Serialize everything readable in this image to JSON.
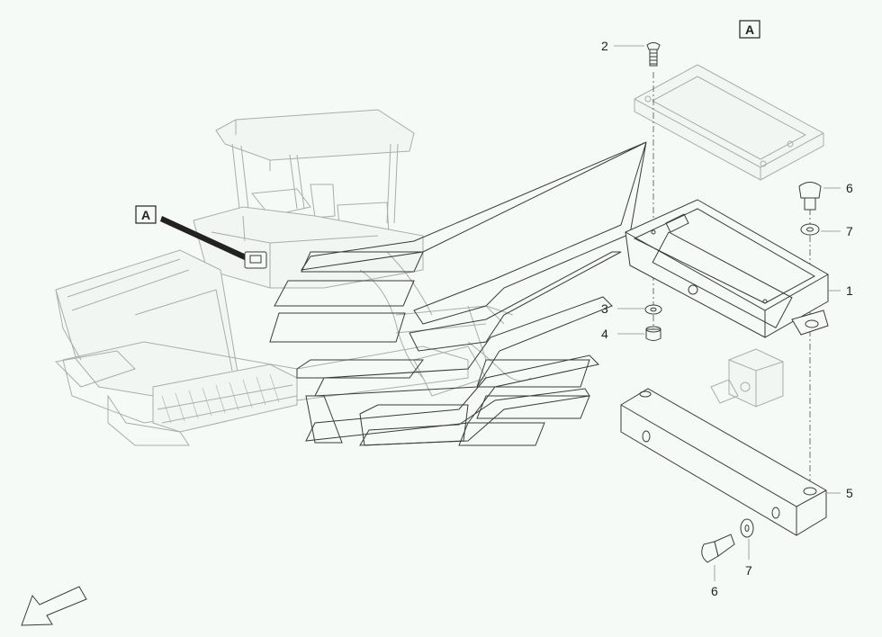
{
  "view_labels": {
    "detail": "A",
    "machine": "A"
  },
  "callouts": [
    {
      "id": "c2",
      "text": "2"
    },
    {
      "id": "c6a",
      "text": "6"
    },
    {
      "id": "c7a",
      "text": "7"
    },
    {
      "id": "c1",
      "text": "1"
    },
    {
      "id": "c3",
      "text": "3"
    },
    {
      "id": "c4",
      "text": "4"
    },
    {
      "id": "c5",
      "text": "5"
    },
    {
      "id": "c7b",
      "text": "7"
    },
    {
      "id": "c6b",
      "text": "6"
    }
  ],
  "icons": {
    "direction_arrow": "arrow-down-left-icon"
  },
  "colors": {
    "background": "#f6faf6",
    "line": "#3a3a3a",
    "ghost": "#a9aea9"
  }
}
